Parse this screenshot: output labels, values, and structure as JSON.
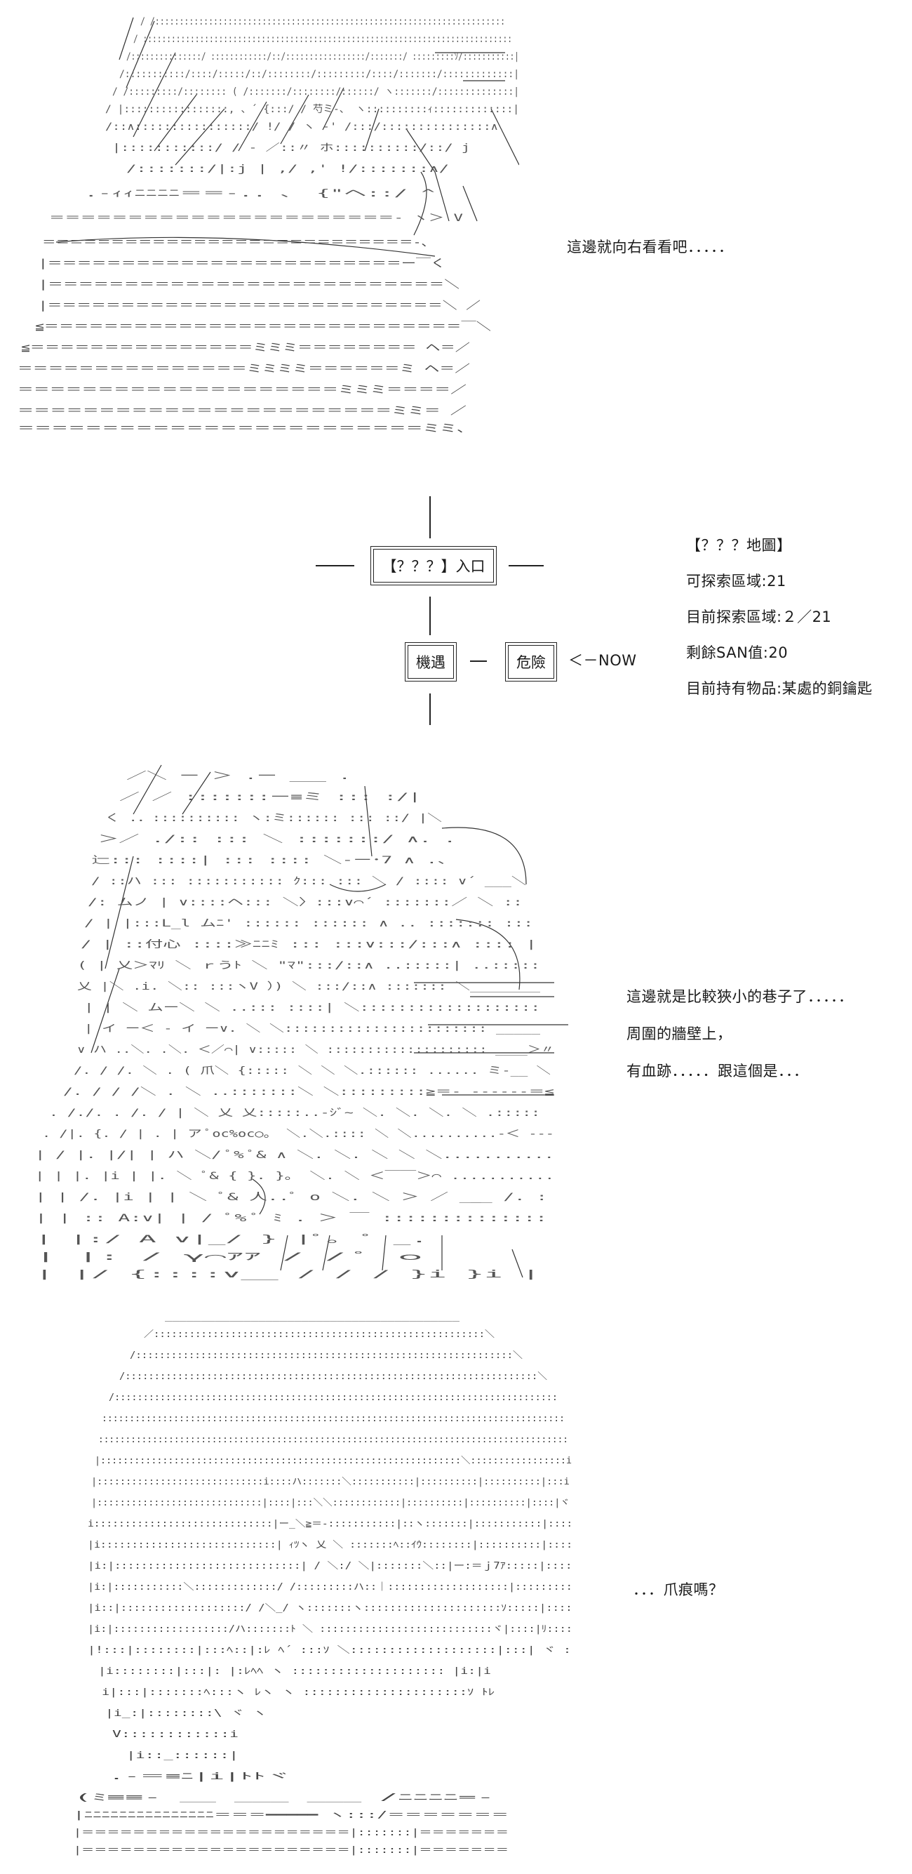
{
  "panel1": {
    "caption": "這邊就向右看看吧．．．．．"
  },
  "map": {
    "entrance": "【？？？】入口",
    "opportunity": "機遇",
    "danger": "危險",
    "marker": "＜－NOW",
    "dash": "—",
    "title": "【？？？地圖】",
    "explorable": "可探索區域:21",
    "explored": "目前探索區域:２／21",
    "san": "剩餘SAN值:20",
    "items": "目前持有物品:某處的銅鑰匙"
  },
  "panel3": {
    "line1": "這邊就是比較狹小的巷子了．．．．．",
    "line2": "周圍的牆壁上，",
    "line3": "有血跡．．．．．跟這個是．．．"
  },
  "panel4": {
    "caption": "．．．爪痕嗎？"
  }
}
